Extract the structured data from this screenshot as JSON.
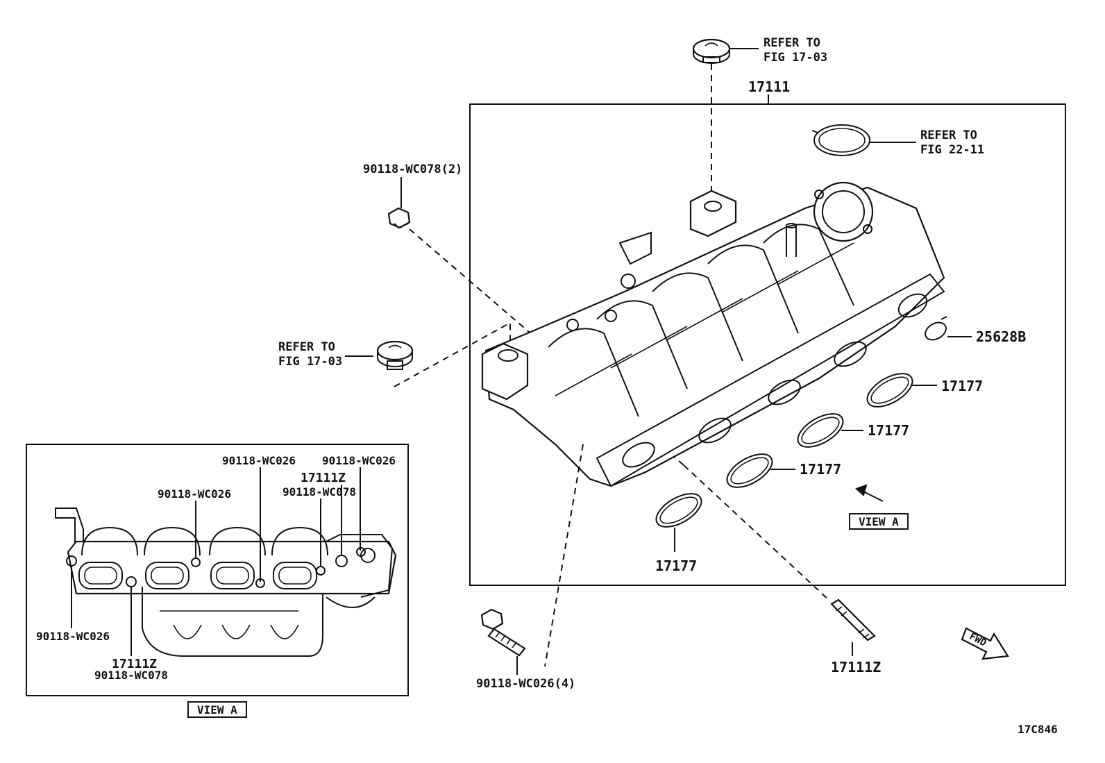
{
  "diagram_id": "17C846",
  "parts": {
    "main": "17111",
    "oil_plug_top_ref": [
      "REFER TO",
      "FIG 17-03"
    ],
    "oil_plug_left_ref": [
      "REFER TO",
      "FIG 17-03"
    ],
    "oring_ref": [
      "REFER TO",
      "FIG 22-11"
    ],
    "nut_top": "90118-WC078(2)",
    "gasket_small": "25628B",
    "gasket_1": "17177",
    "gasket_2": "17177",
    "gasket_3": "17177",
    "gasket_4": "17177",
    "bolt": "90118-WC026(4)",
    "stud": "17111Z",
    "view_a_label": "VIEW A",
    "fwd": "FWD"
  },
  "view_a": {
    "title": "VIEW A",
    "callouts": {
      "wc026_top1": "90118-WC026",
      "wc026_top2": "90118-WC026",
      "wc026_mid": "90118-WC026",
      "stud_top": "17111Z",
      "wc078_top": "90118-WC078",
      "wc026_left": "90118-WC026",
      "stud_bottom": "17111Z",
      "wc078_bottom": "90118-WC078"
    }
  }
}
